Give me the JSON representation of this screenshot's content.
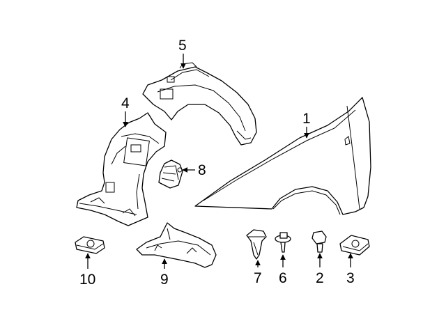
{
  "callouts": {
    "c1": "1",
    "c2": "2",
    "c3": "3",
    "c4": "4",
    "c5": "5",
    "c6": "6",
    "c7": "7",
    "c8": "8",
    "c9": "9",
    "c10": "10"
  },
  "colors": {
    "line": "#000000",
    "background": "#ffffff"
  }
}
